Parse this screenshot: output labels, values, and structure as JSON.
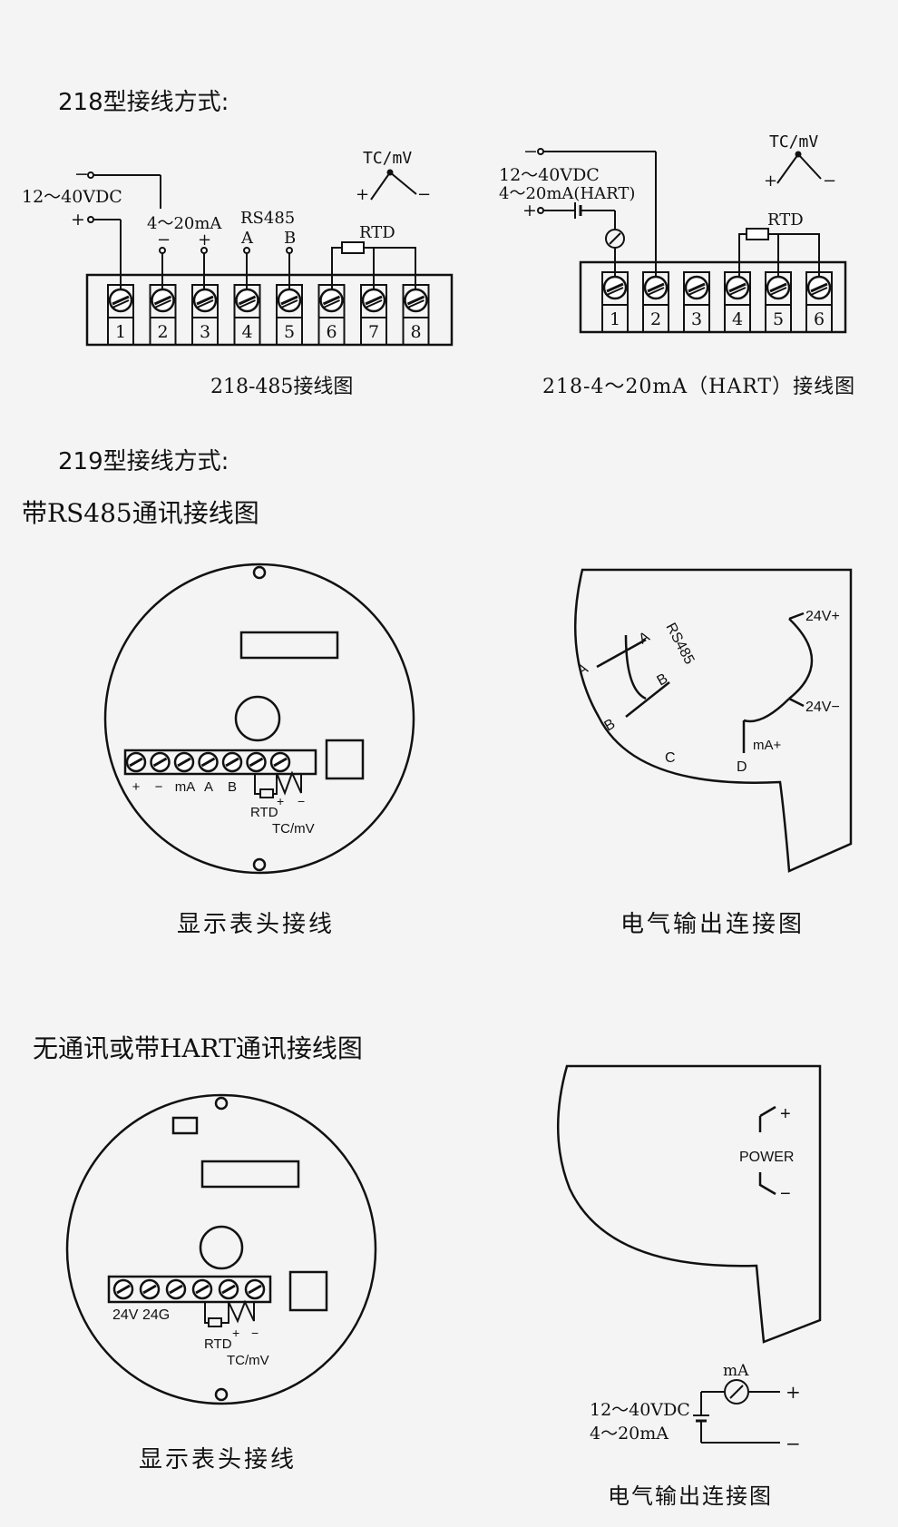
{
  "section218": {
    "heading": "218型接线方式:",
    "diagram_485": {
      "caption": "218-485接线图",
      "supply_label": "12～40VDC",
      "minus": "−",
      "plus": "+",
      "out_label": "4～20mA",
      "out_minus": "−",
      "out_plus": "+",
      "rs485_label": "RS485",
      "rs485_a": "A",
      "rs485_b": "B",
      "rtd_label": "RTD",
      "tc_label": "TC/mV",
      "tc_plus": "+",
      "tc_minus": "−",
      "terminals": [
        "1",
        "2",
        "3",
        "4",
        "5",
        "6",
        "7",
        "8"
      ]
    },
    "diagram_hart": {
      "caption": "218-4～20mA（HART）接线图",
      "supply_label": "12～40VDC",
      "out_label": "4～20mA(HART)",
      "minus": "−",
      "plus": "+",
      "rtd_label": "RTD",
      "tc_label": "TC/mV",
      "tc_plus": "+",
      "tc_minus": "−",
      "terminals": [
        "1",
        "2",
        "3",
        "4",
        "5",
        "6"
      ]
    }
  },
  "section219": {
    "heading": "219型接线方式:",
    "rs485": {
      "title": "带RS485通讯接线图",
      "display": {
        "caption": "显示表头接线",
        "term_labels": [
          "+",
          "−",
          "mA",
          "A",
          "B"
        ],
        "rtd_label": "RTD",
        "tc_plus": "+",
        "tc_minus": "−",
        "tc_label": "TC/mV"
      },
      "electrical": {
        "caption": "电气输出连接图",
        "rs485_label": "RS485",
        "a_upper": "A",
        "a_lower": "A",
        "b_upper": "B",
        "b_lower": "B",
        "c_label": "C",
        "d_label": "D",
        "ma_plus": "mA+",
        "v_plus": "24V+",
        "v_minus": "24V−"
      }
    },
    "hart": {
      "title": "无通讯或带HART通讯接线图",
      "display": {
        "caption": "显示表头接线",
        "label_24v": "24V",
        "label_24g": "24G",
        "rtd_label": "RTD",
        "tc_plus": "+",
        "tc_minus": "−",
        "tc_label": "TC/mV"
      },
      "electrical": {
        "caption": "电气输出连接图",
        "power_label": "POWER",
        "plus": "+",
        "minus": "−",
        "ma_label": "mA",
        "supply_label": "12～40VDC",
        "out_label": "4～20mA",
        "loop_plus": "+",
        "loop_minus": "−"
      }
    }
  }
}
